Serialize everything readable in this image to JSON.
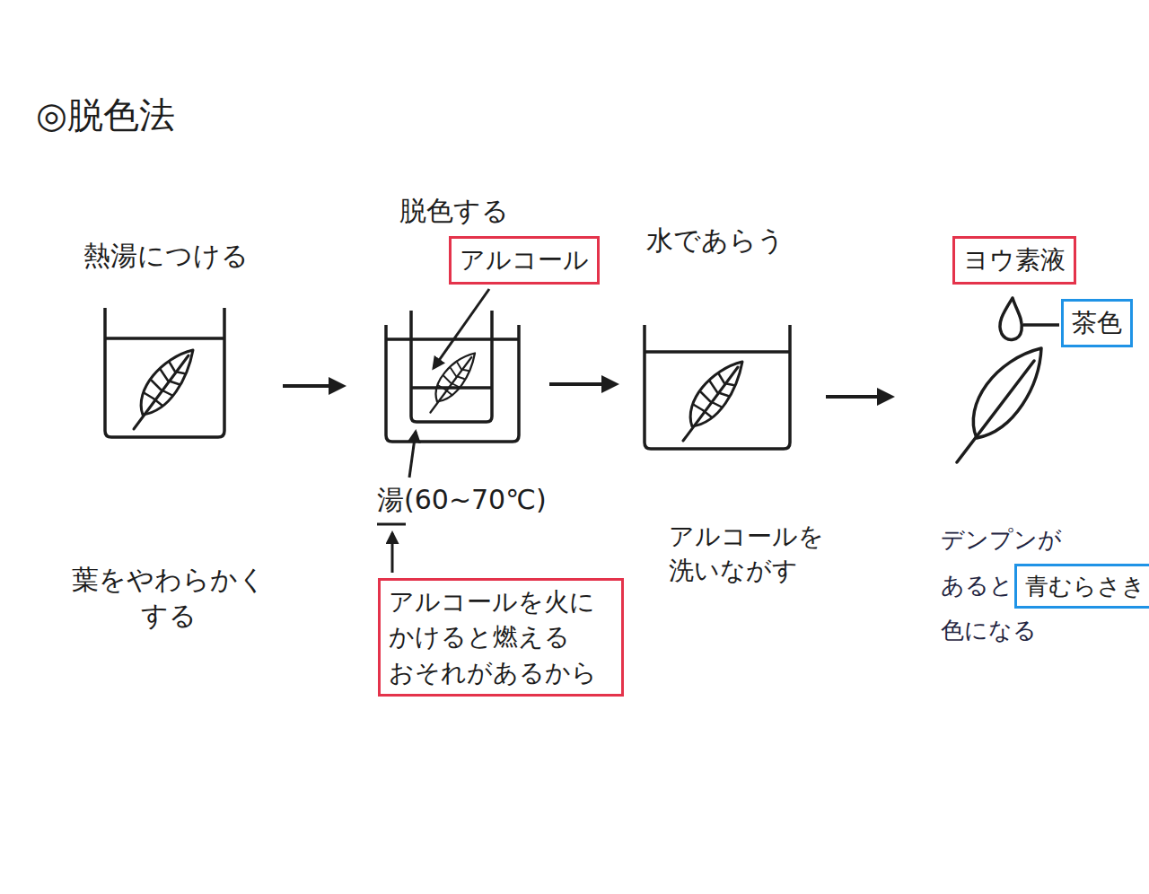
{
  "diagram": {
    "title": "◎脱色法",
    "nodes": [
      {
        "text": [
          "アルコール"
        ]
      },
      {
        "text": [
          "アルコールを火に かけると燃える おそれがあるから"
        ]
      },
      {
        "text": [
          "ヨウ素液"
        ]
      },
      {
        "text": [
          "茶色"
        ]
      },
      {
        "text": [
          "青むらさき"
        ]
      }
    ],
    "labels": [
      "熱湯につける",
      "脱色する",
      "水であらう",
      "湯(60~70℃)",
      "葉をやわらかく する",
      "アルコールを 洗いながす",
      "デンプンが",
      "あると",
      "色になる"
    ]
  }
}
